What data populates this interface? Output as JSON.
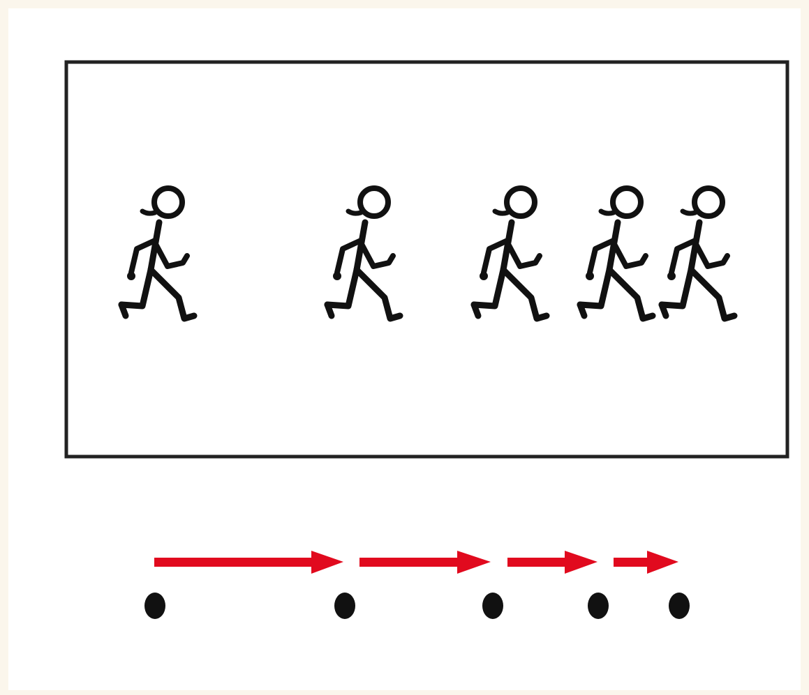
{
  "figure": {
    "description_kind": "motion-diagram",
    "runner_count": 5,
    "dot_count": 5,
    "arrow_count": 4,
    "colors": {
      "background": "#fbf6ec",
      "panel": "#ffffff",
      "frame": "#222222",
      "figure_stroke": "#111111",
      "arrow": "#e10a1e",
      "dot": "#111111"
    },
    "icons": [
      "running-figure-icon",
      "arrow-right-icon",
      "position-dot-icon"
    ]
  }
}
